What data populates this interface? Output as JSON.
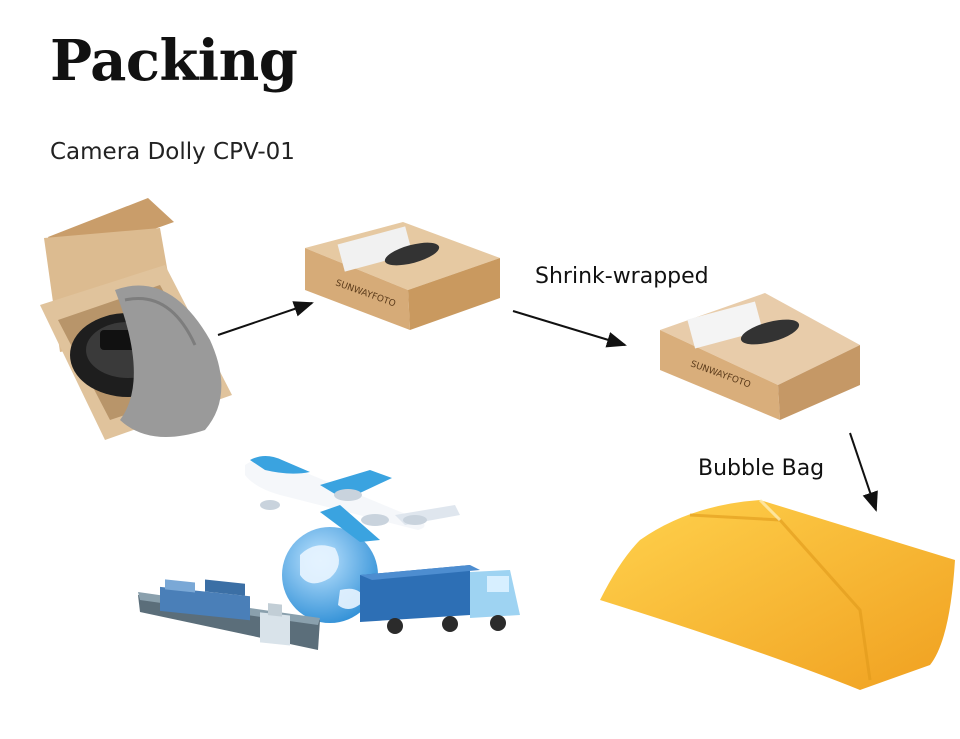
{
  "heading": {
    "title": "Packing",
    "subtitle": "Camera Dolly CPV-01"
  },
  "steps": {
    "shrink_label": "Shrink-wrapped",
    "bubble_label": "Bubble Bag"
  },
  "box": {
    "brand": "SUNWAYFOTO"
  },
  "colors": {
    "box_kraft": "#d9b58a",
    "bubble_bag": "#f7b733",
    "plane_blue": "#3aa3e0",
    "container_blue": "#2d6fb5",
    "globe_blue": "#4aa6e6"
  }
}
